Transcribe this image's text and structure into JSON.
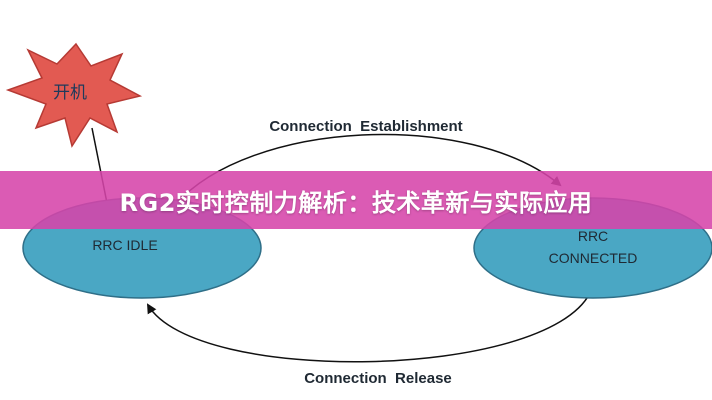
{
  "diagram": {
    "start_label": "开机",
    "edges": {
      "establish": "Connection  Establishment",
      "release": "Connection  Release"
    },
    "states": {
      "idle": "RRC IDLE",
      "connected_line1": "RRC",
      "connected_line2": "CONNECTED"
    },
    "colors": {
      "state_fill": "#4aa7c4",
      "burst_fill": "#e25a52"
    }
  },
  "banner": {
    "title": "RG2实时控制力解析：技术革新与实际应用",
    "color": "#d644aa"
  }
}
